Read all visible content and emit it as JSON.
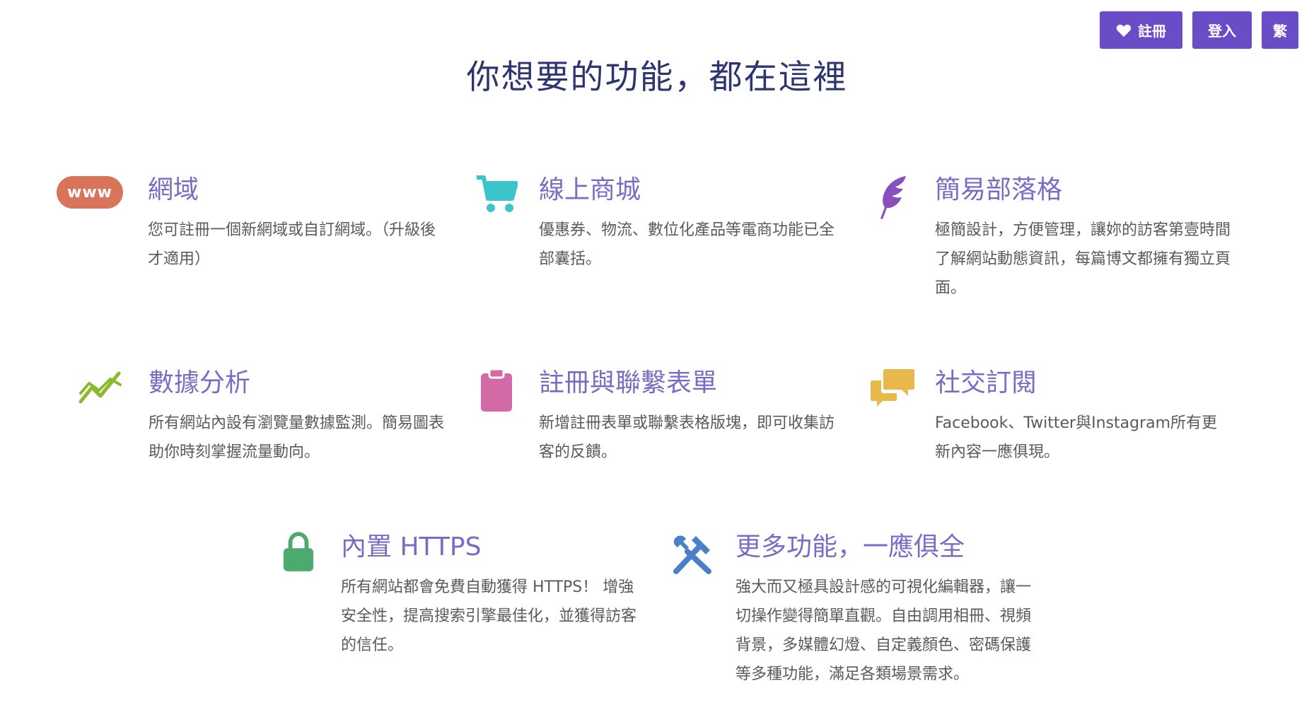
{
  "header": {
    "register_label": "註冊",
    "login_label": "登入",
    "lang_label": "繁",
    "register_icon": "heart-icon"
  },
  "main": {
    "title": "你想要的功能，都在這裡"
  },
  "features": [
    {
      "id": "domain",
      "icon": "www-icon",
      "icon_text": "www",
      "icon_color": "#d9735a",
      "title": "網域",
      "description": "您可註冊一個新網域或自訂網域。（升級後才適用）"
    },
    {
      "id": "shop",
      "icon": "shopping-cart-icon",
      "icon_color": "#3cc5c9",
      "title": "線上商城",
      "description": "優惠券、物流、數位化產品等電商功能已全部囊括。"
    },
    {
      "id": "blog",
      "icon": "feather-icon",
      "icon_color": "#8a4fbf",
      "title": "簡易部落格",
      "description": "極簡設計，方便管理，讓妳的訪客第壹時間了解網站動態資訊，每篇博文都擁有獨立頁面。"
    },
    {
      "id": "analytics",
      "icon": "line-chart-icon",
      "icon_color": "#8cba2e",
      "title": "數據分析",
      "description": "所有網站內設有瀏覽量數據監測。簡易圖表助你時刻掌握流量動向。"
    },
    {
      "id": "forms",
      "icon": "clipboard-icon",
      "icon_color": "#d36aa6",
      "title": "註冊與聯繫表單",
      "description": "新增註冊表單或聯繫表格版塊，即可收集訪客的反饋。"
    },
    {
      "id": "social",
      "icon": "chat-bubbles-icon",
      "icon_color": "#e8b84a",
      "title": "社交訂閱",
      "description": "Facebook、Twitter與Instagram所有更新內容一應俱現。"
    },
    {
      "id": "https",
      "icon": "lock-icon",
      "icon_color": "#4daa6e",
      "title": "內置 HTTPS",
      "description": "所有網站都會免費自動獲得 HTTPS！ 增強安全性，提高搜索引擎最佳化，並獲得訪客的信任。"
    },
    {
      "id": "more",
      "icon": "tools-icon",
      "icon_color": "#4a7fc9",
      "title": "更多功能，一應俱全",
      "description": "強大而又極具設計感的可視化編輯器，讓一切操作變得簡單直觀。自由調用相冊、視頻背景，多媒體幻燈、自定義顏色、密碼保護等多種功能，滿足各類場景需求。"
    }
  ]
}
